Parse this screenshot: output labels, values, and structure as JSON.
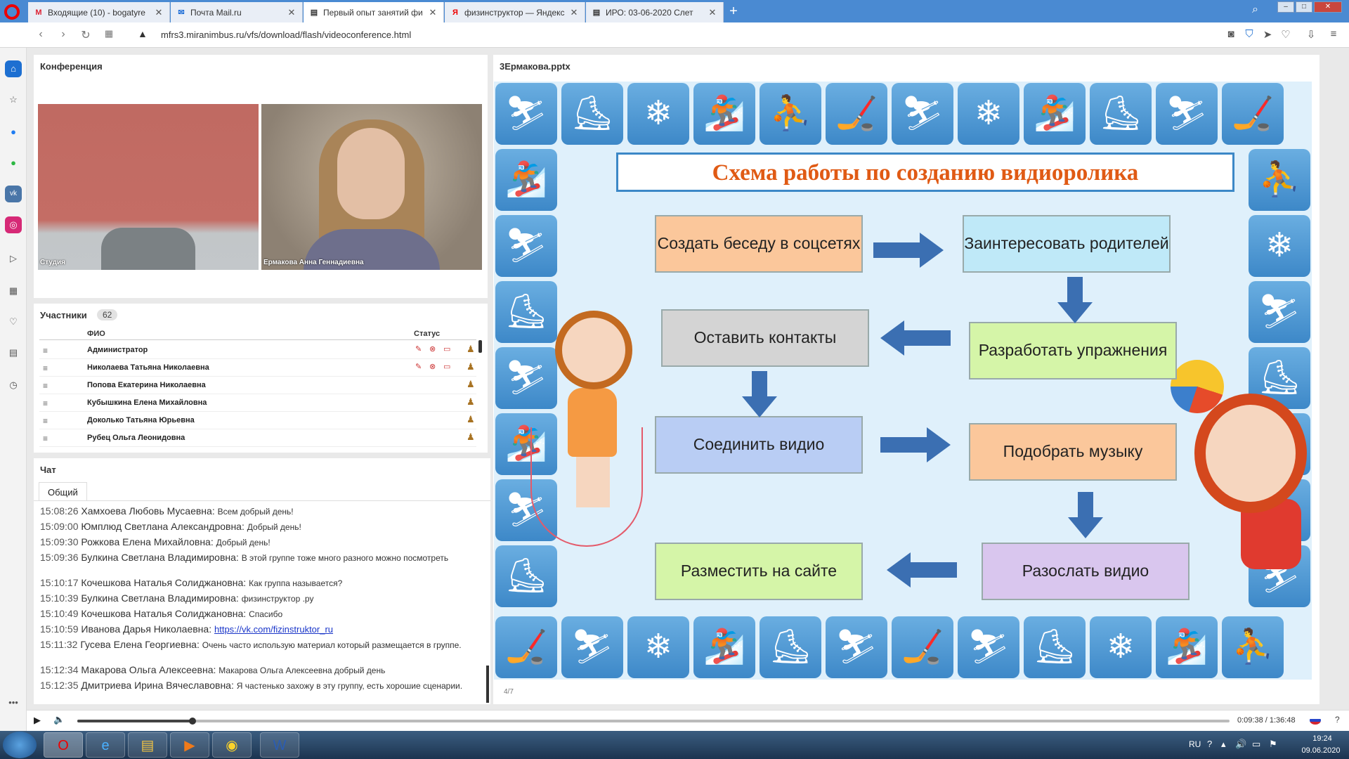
{
  "browser": {
    "tabs": [
      {
        "label": "Входящие (10) - bogatyre",
        "icon": "gmail-icon"
      },
      {
        "label": "Почта Mail.ru",
        "icon": "mail-icon"
      },
      {
        "label": "Первый опыт занятий фи",
        "icon": "page-icon"
      },
      {
        "label": "физинструктор — Яндекс",
        "icon": "yandex-icon"
      },
      {
        "label": "ИРО: 03-06-2020 Слет",
        "icon": "page-icon"
      }
    ],
    "url": "mfrs3.miranimbus.ru/vfs/download/flash/videoconference.html"
  },
  "conference": {
    "title": "Конференция",
    "videos": [
      {
        "label": "Студия"
      },
      {
        "label": "Ермакова Анна Геннадиевна"
      }
    ]
  },
  "participants": {
    "title": "Участники",
    "count": "62",
    "col_name": "ФИО",
    "col_status": "Статус",
    "rows": [
      {
        "name": "Администратор"
      },
      {
        "name": "Николаева Татьяна Николаевна"
      },
      {
        "name": "Попова Екатерина Николаевна"
      },
      {
        "name": "Кубышкина Елена Михайловна"
      },
      {
        "name": "Доколько Татьяна Юрьевна"
      },
      {
        "name": "Рубец Ольга Леонидовна"
      }
    ]
  },
  "chat": {
    "title": "Чат",
    "tab": "Общий",
    "messages": [
      {
        "time": "15:08:26",
        "author": "Хамхоева Любовь Мусаевна:",
        "text": "Всем добрый день!"
      },
      {
        "time": "15:09:00",
        "author": "Юмплюд Светлана Александровна:",
        "text": "Добрый день!"
      },
      {
        "time": "15:09:30",
        "author": "Рожкова Елена Михайловна:",
        "text": "Добрый день!"
      },
      {
        "time": "15:09:36",
        "author": "Булкина Светлана Владимировна:",
        "text": "В этой группе тоже много разного можно посмотреть"
      },
      {
        "time": "15:10:17",
        "author": "Кочешкова Наталья Солиджановна:",
        "text": "Как группа называется?"
      },
      {
        "time": "15:10:39",
        "author": "Булкина Светлана Владимировна:",
        "text": "физинструктор .ру"
      },
      {
        "time": "15:10:49",
        "author": "Кочешкова Наталья Солиджановна:",
        "text": "Спасибо"
      },
      {
        "time": "15:10:59",
        "author": "Иванова Дарья Николаевна:",
        "link": "https://vk.com/fizinstruktor_ru"
      },
      {
        "time": "15:11:32",
        "author": "Гусева Елена Георгиевна:",
        "text": "Очень часто использую материал который размещается в группе."
      },
      {
        "time": "15:12:34",
        "author": "Макарова Ольга Алексеевна:",
        "text": "Макарова Ольга Алексеевна добрый день"
      },
      {
        "time": "15:12:35",
        "author": "Дмитриева Ирина Вячеславовна:",
        "text": "Я частенько захожу в эту группу, есть хорошие сценарии."
      }
    ]
  },
  "slide": {
    "file": "3Ермакова.pptx",
    "title": "Схема работы по созданию видиоролика",
    "boxes": [
      {
        "text": "Создать беседу в соцсетях",
        "color": "#fbc79b"
      },
      {
        "text": "Заинтересовать родителей",
        "color": "#bfe9f8"
      },
      {
        "text": "Оставить контакты",
        "color": "#d4d4d4"
      },
      {
        "text": "Разработать упражнения",
        "color": "#d5f5a8"
      },
      {
        "text": "Соединить видио",
        "color": "#b9cdf4"
      },
      {
        "text": "Подобрать музыку",
        "color": "#fbc79b"
      },
      {
        "text": "Разместить на сайте",
        "color": "#d5f5a8"
      },
      {
        "text": "Разослать видио",
        "color": "#d9c6ee"
      }
    ],
    "page": "4/7"
  },
  "player": {
    "time": "0:09:38 / 1:36:48",
    "progress": 0.1
  },
  "taskbar": {
    "lang": "RU",
    "time": "19:24",
    "date": "09.06.2020"
  },
  "colors": {
    "accent": "#3c88c7",
    "title_orange": "#e05a14"
  }
}
